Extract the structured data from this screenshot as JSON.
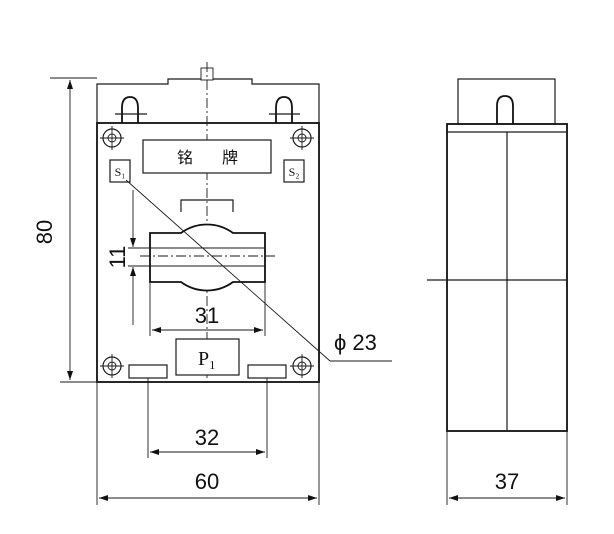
{
  "front_view": {
    "nameplate": {
      "char1": "铭",
      "char2": "牌"
    },
    "terminal_s1": "S₁",
    "terminal_s2": "S₂",
    "terminal_p1": "P₁"
  },
  "dimensions": {
    "height": "80",
    "width": "60",
    "mount_spacing": "32",
    "window_width": "31",
    "window_height": "11",
    "bore_diameter": "ϕ 23",
    "depth": "37"
  }
}
